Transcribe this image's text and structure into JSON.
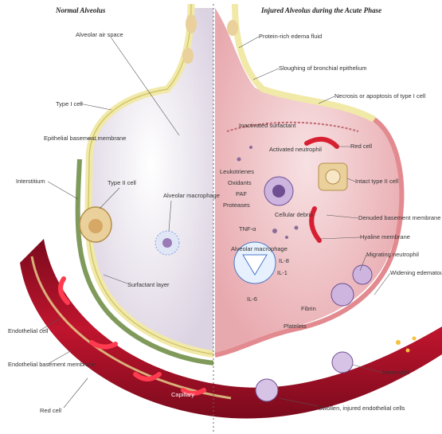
{
  "titles": {
    "left": "Normal Alveolus",
    "right": "Injured Alveolus during the Acute Phase"
  },
  "left_labels": [
    "Alveolar air space",
    "Type I cell",
    "Epithelial basement membrane",
    "Interstitium",
    "Type II cell",
    "Alveolar macrophage",
    "Surfactant layer",
    "Endothelial cell",
    "Endothelial basement membrane",
    "Red cell",
    "Capillary"
  ],
  "right_labels": [
    "Protein-rich edema fluid",
    "Sloughing of bronchial epithelium",
    "Necrosis or apoptosis of type I cell",
    "Inactivated surfactant",
    "Red cell",
    "Activated neutrophil",
    "Intact type II cell",
    "Leukotrienes",
    "Oxidants",
    "PAF",
    "Proteases",
    "Cellular debris",
    "Denuded basement membrane",
    "Hyaline membrane",
    "Migrating neutrophil",
    "Alveolar macrophage",
    "TNF-α",
    "IL-8",
    "IL-1",
    "IL-6",
    "Fibrin",
    "Platelets",
    "Widening edematous interstitium",
    "Neutrophil",
    "Swollen, injured endothelial cells"
  ],
  "colors": {
    "alveolus_fill": "#ede6ee",
    "membrane": "#e8df9c",
    "capillary": "#b5102a",
    "red_cell": "#d81f32",
    "injured_fill": "#f0c4c6",
    "type2_cell": "#e9c98e",
    "neutrophil": "#9a7bb5"
  }
}
